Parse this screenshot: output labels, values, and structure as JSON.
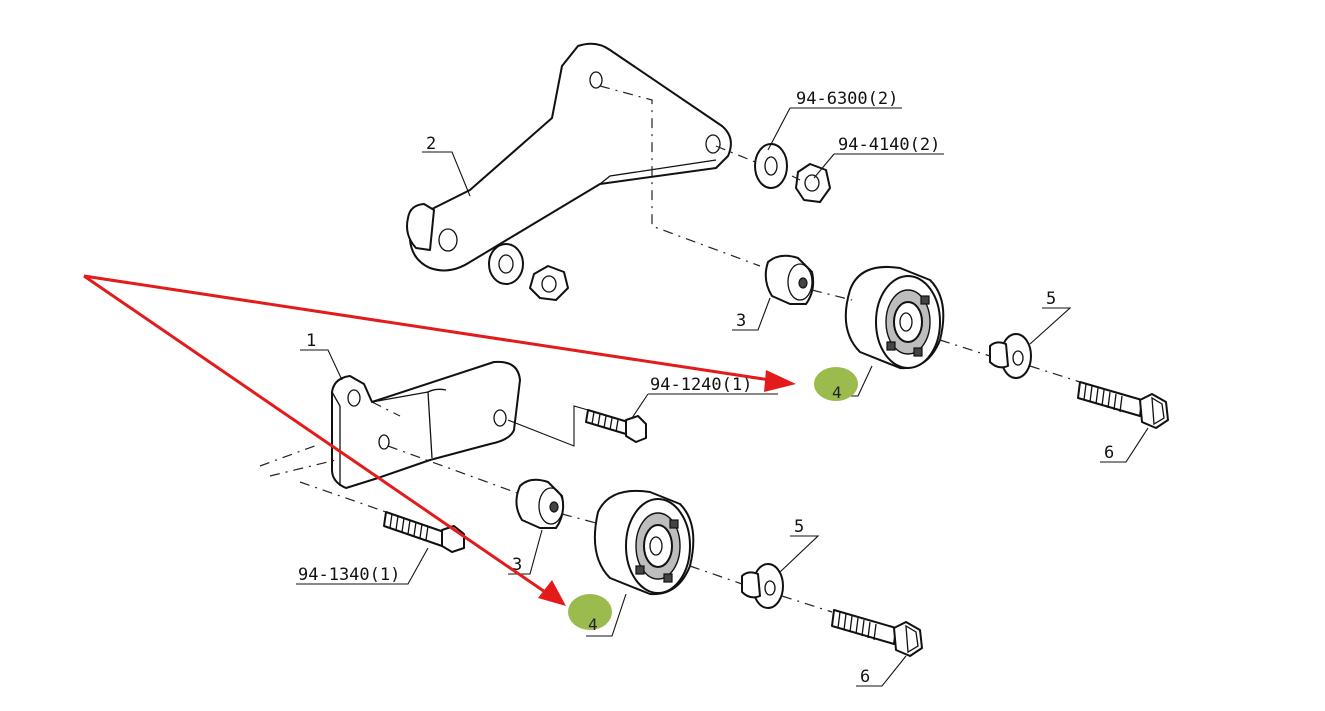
{
  "labels": {
    "bracket_lower": "1",
    "bracket_upper": "2",
    "spacer_upper": "3",
    "spacer_lower": "3",
    "pulley_upper": "4",
    "pulley_lower": "4",
    "washer_bolt_upper": "5",
    "washer_bolt_lower": "5",
    "bolt_upper": "6",
    "bolt_lower": "6",
    "washer_ref": "94-6300(2)",
    "nut_ref": "94-4140(2)",
    "screw_upper_ref": "94-1240(1)",
    "screw_lower_ref": "94-1340(1)"
  },
  "colors": {
    "arrow": "#e31b1b",
    "highlight": "#9bbb4f",
    "line": "#111111"
  }
}
